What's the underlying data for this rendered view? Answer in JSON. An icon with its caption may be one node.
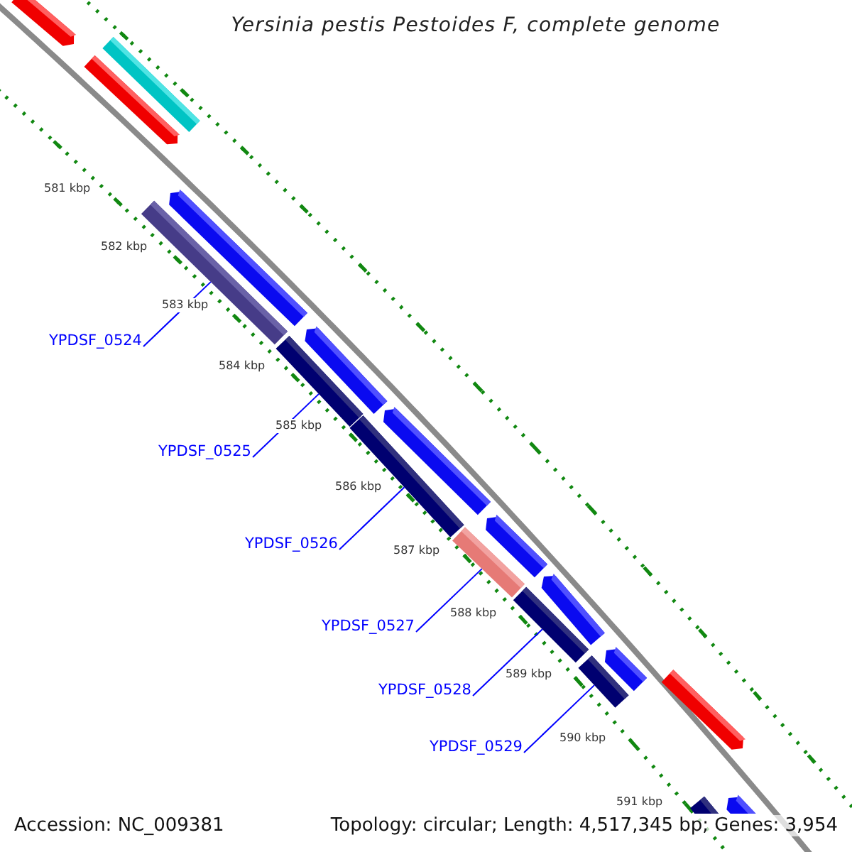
{
  "diagram": {
    "title": "Yersinia pestis Pestoides F, complete genome",
    "nodes": [
      {
        "text": [
          "YPDSF_0524"
        ]
      },
      {
        "text": [
          "YPDSF_0525"
        ]
      },
      {
        "text": [
          "YPDSF_0526"
        ]
      },
      {
        "text": [
          "YPDSF_0527"
        ]
      },
      {
        "text": [
          "YPDSF_0528"
        ]
      },
      {
        "text": [
          "YPDSF_0529"
        ]
      },
      {
        "text": [],
        "shape": "bar"
      },
      {
        "text": [],
        "shape": "bar"
      },
      {
        "text": [],
        "shape": "bar"
      },
      {
        "text": [],
        "shape": "bar"
      },
      {
        "text": [],
        "shape": "bar"
      },
      {
        "text": [],
        "shape": "bar"
      },
      {
        "text": [],
        "shape": "bar"
      },
      {
        "text": [],
        "shape": "bar"
      },
      {
        "text": [],
        "shape": "bar"
      },
      {
        "text": [],
        "shape": "bar"
      },
      {
        "text": [],
        "shape": "bar"
      },
      {
        "text": [],
        "shape": "bar"
      },
      {
        "text": [],
        "shape": "bar"
      },
      {
        "text": [],
        "shape": "bar"
      },
      {
        "text": [],
        "shape": "bar"
      },
      {
        "text": [],
        "shape": "bar"
      },
      {
        "text": [],
        "shape": "bar"
      },
      {
        "text": [],
        "shape": "bar"
      }
    ],
    "edges": [
      {
        "from": 0,
        "to": 10,
        "arrow": "none"
      },
      {
        "from": 1,
        "to": 12,
        "arrow": "none"
      },
      {
        "from": 2,
        "to": 14,
        "arrow": "none"
      },
      {
        "from": 3,
        "to": 16,
        "arrow": "none"
      },
      {
        "from": 4,
        "to": 18,
        "arrow": "none"
      },
      {
        "from": 5,
        "to": 20,
        "arrow": "none"
      }
    ],
    "labels": [
      "581 kbp",
      "582 kbp",
      "583 kbp",
      "584 kbp",
      "585 kbp",
      "586 kbp",
      "587 kbp",
      "588 kbp",
      "589 kbp",
      "590 kbp",
      "591 kbp",
      "Accession: NC_009381",
      "Topology: circular; Length: 4,517,345 bp; Genes: 3,954"
    ]
  }
}
